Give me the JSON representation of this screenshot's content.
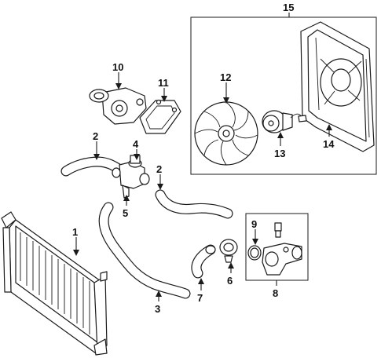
{
  "callouts": [
    {
      "id": "c1",
      "label": "1"
    },
    {
      "id": "c2a",
      "label": "2"
    },
    {
      "id": "c2b",
      "label": "2"
    },
    {
      "id": "c3",
      "label": "3"
    },
    {
      "id": "c4",
      "label": "4"
    },
    {
      "id": "c5",
      "label": "5"
    },
    {
      "id": "c6",
      "label": "6"
    },
    {
      "id": "c7",
      "label": "7"
    },
    {
      "id": "c8",
      "label": "8"
    },
    {
      "id": "c9",
      "label": "9"
    },
    {
      "id": "c10",
      "label": "10"
    },
    {
      "id": "c11",
      "label": "11"
    },
    {
      "id": "c12",
      "label": "12"
    },
    {
      "id": "c13",
      "label": "13"
    },
    {
      "id": "c14",
      "label": "14"
    },
    {
      "id": "c15",
      "label": "15"
    }
  ]
}
